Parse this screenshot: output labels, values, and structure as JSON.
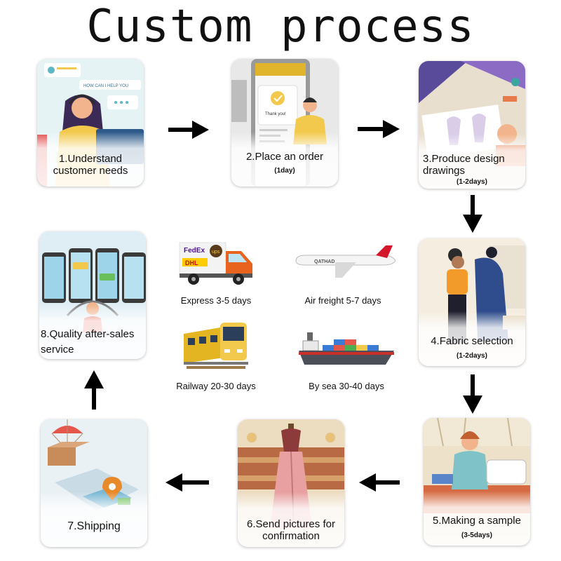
{
  "title": "Custom process",
  "steps": [
    {
      "label": "1.Understand customer needs",
      "duration": ""
    },
    {
      "label": "2.Place an order",
      "duration": "(1day)"
    },
    {
      "label": "3.Produce design drawings",
      "duration": "(1-2days)"
    },
    {
      "label": "4.Fabric selection",
      "duration": "(1-2days)"
    },
    {
      "label": "5.Making a sample",
      "duration": "(3-5days)"
    },
    {
      "label": "6.Send pictures for confirmation",
      "duration": ""
    },
    {
      "label": "7.Shipping",
      "duration": ""
    },
    {
      "label": "8.Quality after-sales service",
      "duration": ""
    }
  ],
  "card_texts": {
    "help_banner": "HOW CAN I HELP YOU",
    "thank_you": "Thank you!",
    "fedex": "FedEx",
    "ups": "ups",
    "dhl": "DHL",
    "plane_name": "QATHAD"
  },
  "shipping_modes": [
    {
      "label": "Express 3-5 days",
      "icon": "delivery-truck-icon"
    },
    {
      "label": "Air freight 5-7 days",
      "icon": "airplane-icon"
    },
    {
      "label": "Railway 20-30 days",
      "icon": "train-icon"
    },
    {
      "label": "By sea 30-40 days",
      "icon": "cargo-ship-icon"
    }
  ],
  "colors": {
    "arrow": "#000000",
    "title": "#111111",
    "truck": "#e8641e"
  }
}
